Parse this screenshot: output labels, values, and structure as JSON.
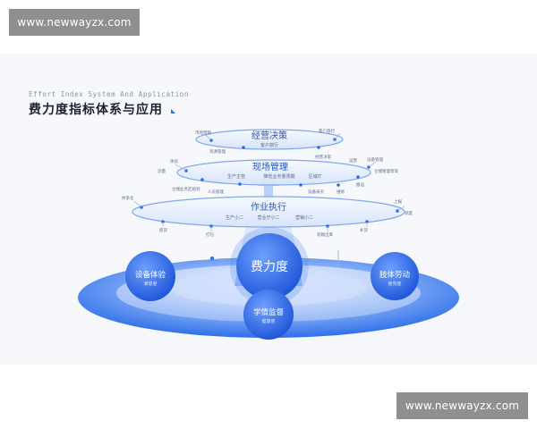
{
  "watermark": {
    "top": "www.newwayzx.com",
    "bottom": "www.newwayzx.com"
  },
  "header": {
    "subtitle": "Effort Index System And Application",
    "title": "费力度指标体系与应用"
  },
  "diagram": {
    "center": "费力度",
    "levels": {
      "top": {
        "title": "经营决策",
        "sub": "客户旅行"
      },
      "middle": {
        "title": "现场管理",
        "sub_left": "生产主管",
        "sub_mid": "降低业务量预期",
        "sub_right": "区域IT"
      },
      "bottom": {
        "title": "作业执行",
        "sub_left": "生产小二",
        "sub_mid": "营业厅小二",
        "sub_right": "营销小二"
      }
    },
    "side_nodes": {
      "left": {
        "title": "设备体验",
        "sub": "满意度"
      },
      "right": {
        "title": "肢体劳动",
        "sub": "疲劳度"
      },
      "front": {
        "title": "学情监督",
        "sub": "健康度"
      }
    },
    "tags": {
      "t1": "市场营销",
      "t2": "经营决策",
      "t3": "客户旅行",
      "t4": "资源管理",
      "m1": "体验",
      "m2": "流量",
      "m3": "运营",
      "m4": "仓储管理",
      "m5": "运维",
      "m6": "设备管理",
      "m7": "仓储业务区规划",
      "m8": "人员管理",
      "m9": "设备采买",
      "m10": "维修",
      "m11": "搬运",
      "m12": "仓储管理等等",
      "b1": "体系化",
      "b2": "上报",
      "b3": "调度",
      "b4": "拣货",
      "b5": "打包",
      "b6": "装箱出库",
      "b7": "补货"
    }
  },
  "colors": {
    "accent": "#2b6de8",
    "ring": "#dbe6fb",
    "dark": "#1c2230"
  }
}
